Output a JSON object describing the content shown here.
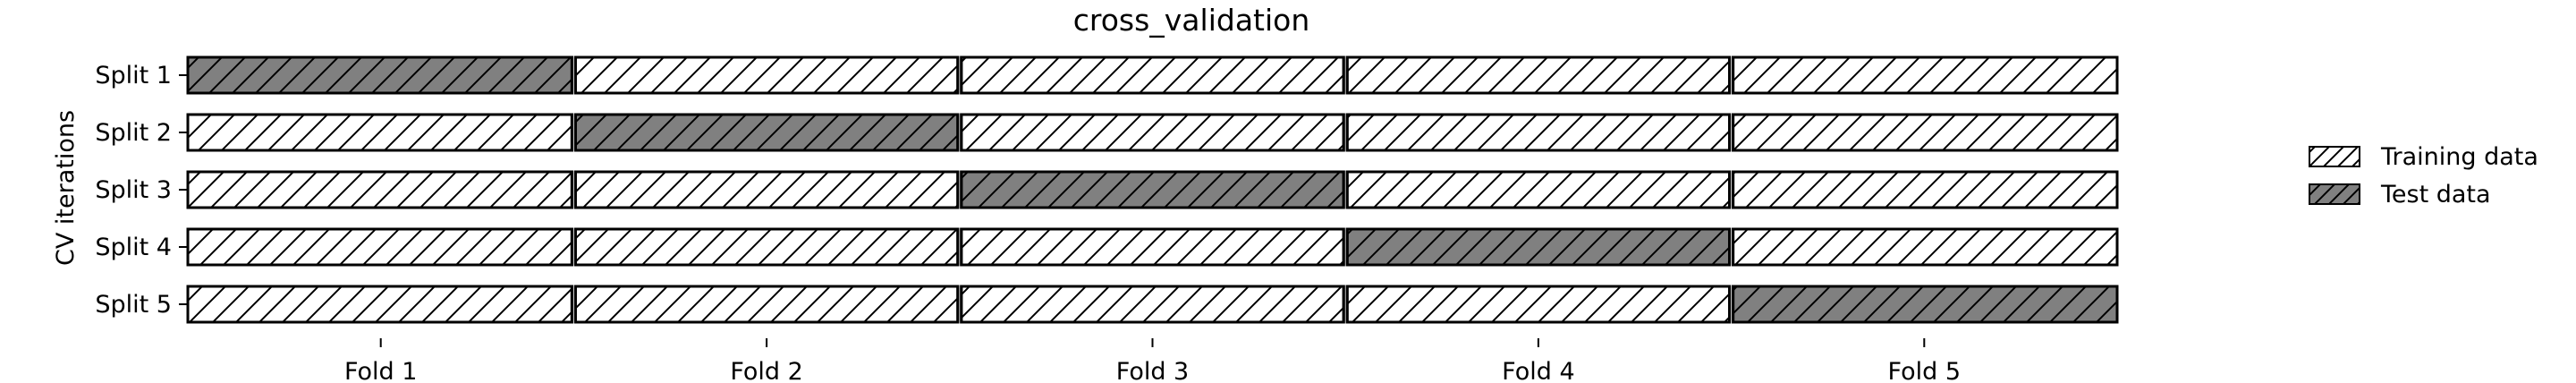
{
  "chart_data": {
    "type": "heatmap",
    "title": "cross_validation",
    "xlabel": "",
    "ylabel": "CV iterations",
    "x_tick_labels": [
      "Fold 1",
      "Fold 2",
      "Fold 3",
      "Fold 4",
      "Fold 5"
    ],
    "y_tick_labels": [
      "Split 1",
      "Split 2",
      "Split 3",
      "Split 4",
      "Split 5"
    ],
    "grid": false,
    "legend_placement": "right",
    "categories_legend": [
      {
        "name": "Training data",
        "color": "#ffffff",
        "hatch": "diagonal"
      },
      {
        "name": "Test data",
        "color": "#808080",
        "hatch": "diagonal"
      }
    ],
    "matrix": [
      [
        "Test data",
        "Training data",
        "Training data",
        "Training data",
        "Training data"
      ],
      [
        "Training data",
        "Test data",
        "Training data",
        "Training data",
        "Training data"
      ],
      [
        "Training data",
        "Training data",
        "Test data",
        "Training data",
        "Training data"
      ],
      [
        "Training data",
        "Training data",
        "Training data",
        "Test data",
        "Training data"
      ],
      [
        "Training data",
        "Training data",
        "Training data",
        "Training data",
        "Test data"
      ]
    ]
  }
}
